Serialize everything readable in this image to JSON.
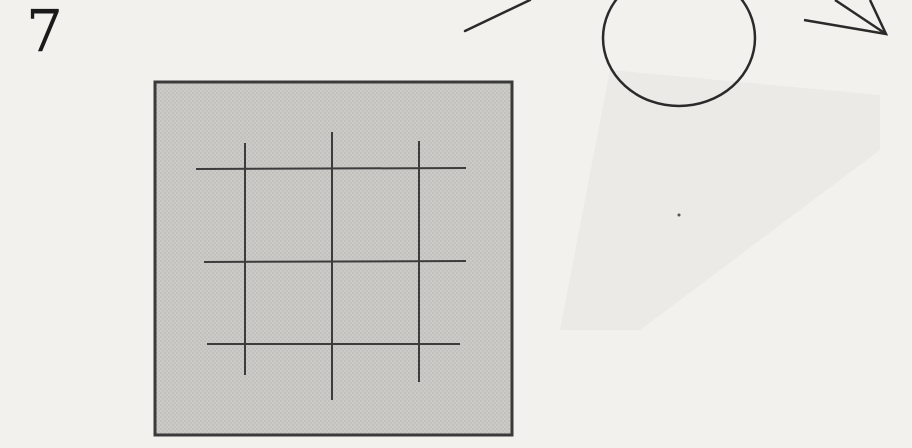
{
  "question_number": "7",
  "colors": {
    "paper": "#f2f1ee",
    "paper_shade": "#e9e8e4",
    "ink": "#2a2a2a",
    "square_fill": "#c9c8c4",
    "square_border": "#3a3a3a",
    "grid_line": "#3c3c3c"
  },
  "figures": {
    "grid_square": {
      "vertical_lines": 3,
      "horizontal_lines": 3
    },
    "circle": {},
    "line_segment": {},
    "arrow_fragment": {}
  }
}
